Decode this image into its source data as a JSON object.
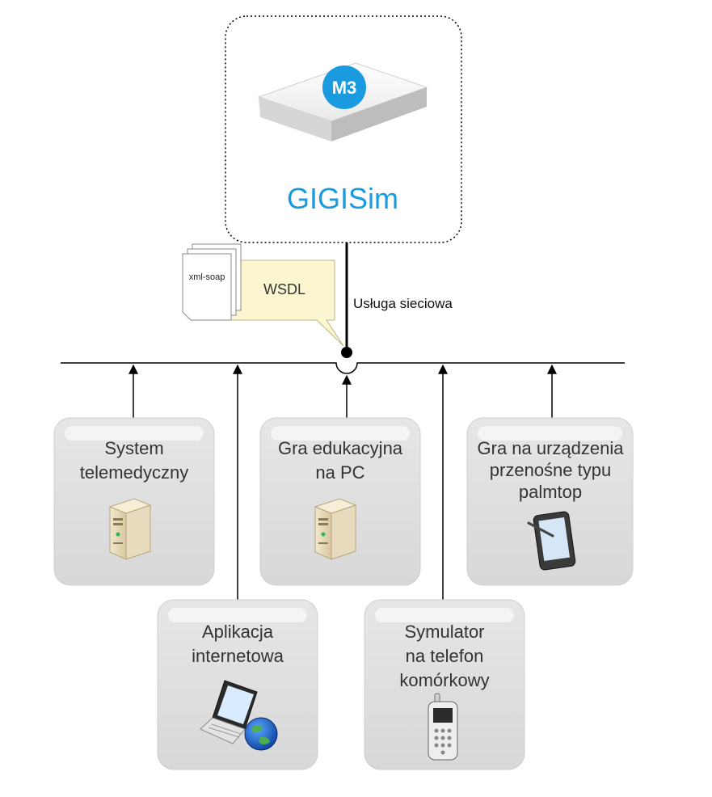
{
  "server": {
    "badge": "M3",
    "name": "GIGISim",
    "brand_color": "#1a9be0"
  },
  "document": {
    "file_label": "xml-soap",
    "callout_label": "WSDL"
  },
  "connection_label": "Usługa sieciowa",
  "clients": [
    {
      "lines": [
        "System",
        "telemedyczny"
      ],
      "icon": "server-tower-icon"
    },
    {
      "lines": [
        "Aplikacja",
        "internetowa"
      ],
      "icon": "laptop-globe-icon"
    },
    {
      "lines": [
        "Gra edukacyjna",
        "na PC"
      ],
      "icon": "server-tower-icon"
    },
    {
      "lines": [
        "Symulator",
        "na telefon",
        "komórkowy"
      ],
      "icon": "mobile-phone-icon"
    },
    {
      "lines": [
        "Gra na urządzenia",
        "przenośne typu",
        "palmtop"
      ],
      "icon": "tablet-stylus-icon"
    }
  ]
}
